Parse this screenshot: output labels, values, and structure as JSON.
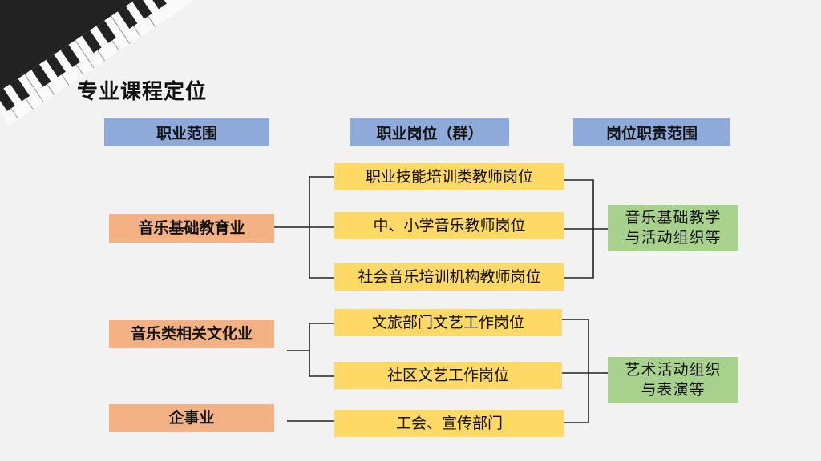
{
  "title": "专业课程定位",
  "headers": {
    "scope": "职业范围",
    "posts": "职业岗位（群）",
    "duties": "岗位职责范围"
  },
  "scopes": [
    "音乐基础教育业",
    "音乐类相关文化业",
    "企事业"
  ],
  "posts": [
    "职业技能培训类教师岗位",
    "中、小学音乐教师岗位",
    "社会音乐培训机构教师岗位",
    "文旅部门文艺工作岗位",
    "社区文艺工作岗位",
    "工会、宣传部门"
  ],
  "duties": [
    {
      "line1": "音乐基础教学",
      "line2": "与活动组织等"
    },
    {
      "line1": "艺术活动组织",
      "line2": "与表演等"
    }
  ],
  "colors": {
    "header": "#8eaadb",
    "scope": "#f4b183",
    "post": "#ffd966",
    "duty": "#a9d18e",
    "decor": "#1a1a1a"
  }
}
